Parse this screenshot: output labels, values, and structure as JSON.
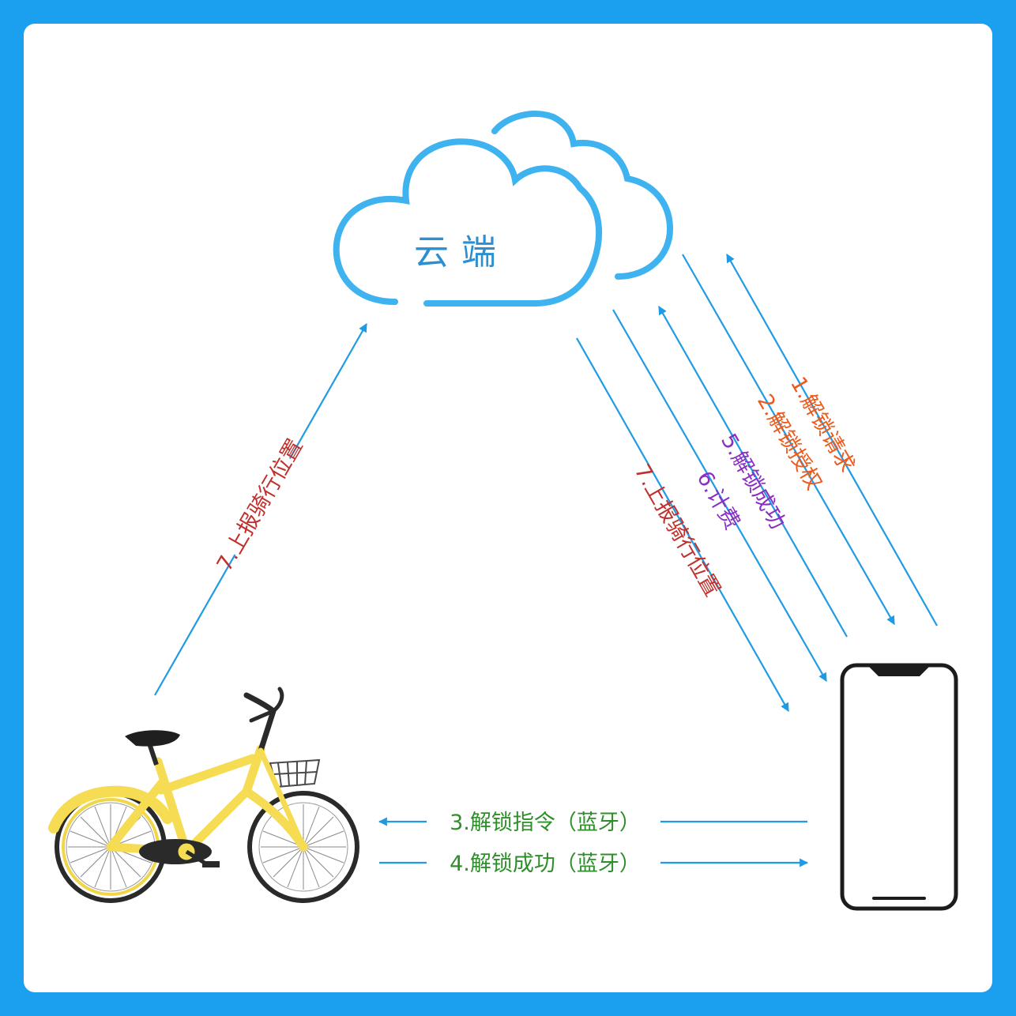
{
  "colors": {
    "frame": "#1aa0ee",
    "line": "#1f9be6",
    "cloud": "#3fb2f0",
    "cloud_text": "#2c8fd0",
    "red": "#c0302c",
    "orange": "#ec5a1c",
    "purple": "#8a2fc2",
    "green": "#2e8f2a",
    "bike": "#f5dc53"
  },
  "cloud": {
    "label": "云端"
  },
  "flows": {
    "step1": "1.解锁请求",
    "step2": "2.解锁授权",
    "step3": "3.解锁指令（蓝牙）",
    "step4": "4.解锁成功（蓝牙）",
    "step5": "5.解锁成功",
    "step6": "6.计费",
    "step7_left": "7.上报骑行位置",
    "step7_right": "7.上报骑行位置"
  },
  "icons": {
    "cloud": "cloud-icon",
    "bike": "bicycle-icon",
    "phone": "smartphone-icon"
  }
}
